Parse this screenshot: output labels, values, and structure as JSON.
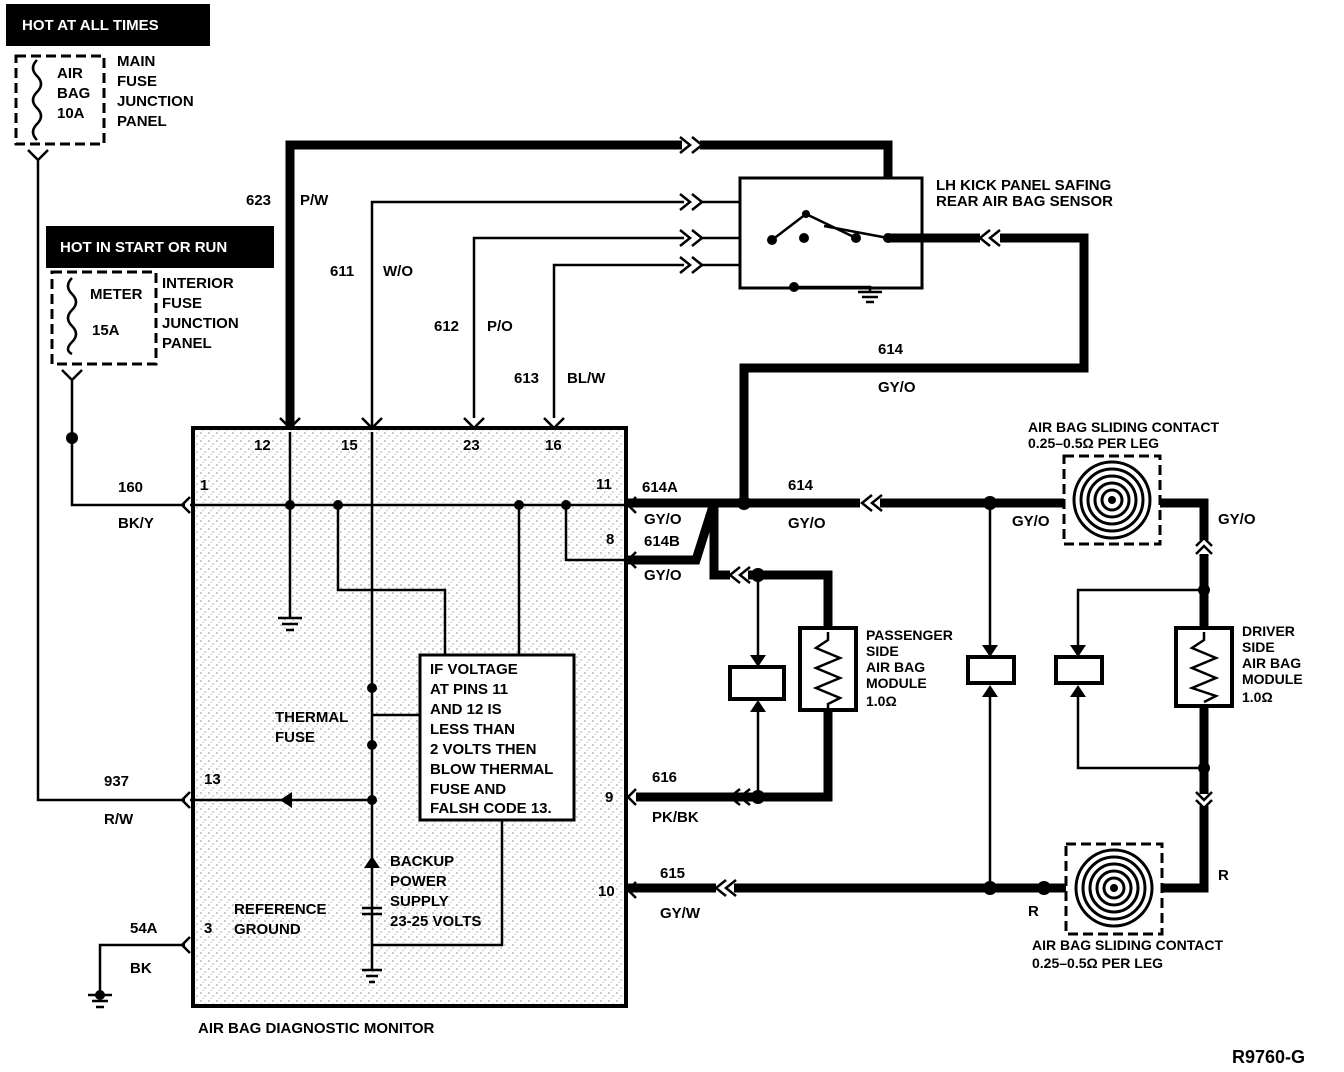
{
  "headers": {
    "hot_at_all_times": "HOT AT ALL TIMES",
    "hot_in_start_or_run": "HOT IN START OR RUN"
  },
  "fuses": {
    "main": {
      "l1": "AIR",
      "l2": "BAG",
      "l3": "10A"
    },
    "main_panel": {
      "l1": "MAIN",
      "l2": "FUSE",
      "l3": "JUNCTION",
      "l4": "PANEL"
    },
    "interior": {
      "l1": "METER",
      "l2": "15A"
    },
    "interior_panel": {
      "l1": "INTERIOR",
      "l2": "FUSE",
      "l3": "JUNCTION",
      "l4": "PANEL"
    }
  },
  "wires": {
    "w623": {
      "num": "623",
      "color": "P/W"
    },
    "w611": {
      "num": "611",
      "color": "W/O"
    },
    "w612": {
      "num": "612",
      "color": "P/O"
    },
    "w613": {
      "num": "613",
      "color": "BL/W"
    },
    "w614_top": {
      "num": "614",
      "color": "GY/O"
    },
    "w614_mid": {
      "num": "614",
      "color": "GY/O"
    },
    "w614A": {
      "num": "614A",
      "color": "GY/O"
    },
    "w614B": {
      "num": "614B",
      "color": "GY/O"
    },
    "w160": {
      "num": "160",
      "color": "BK/Y"
    },
    "w937": {
      "num": "937",
      "color": "R/W"
    },
    "w54A": {
      "num": "54A",
      "color": "BK"
    },
    "w616": {
      "num": "616",
      "color": "PK/BK"
    },
    "w615": {
      "num": "615",
      "color": "GY/W"
    },
    "gyo_mid": "GY/O",
    "gyo_right": "GY/O",
    "r_bottom": "R",
    "r_right": "R"
  },
  "pins": {
    "p12": "12",
    "p15": "15",
    "p23": "23",
    "p16": "16",
    "p1": "1",
    "p11": "11",
    "p8": "8",
    "p13": "13",
    "p9": "9",
    "p10": "10",
    "p3": "3"
  },
  "sensor": {
    "l1": "LH KICK PANEL SAFING",
    "l2": "REAR AIR BAG SENSOR"
  },
  "sliding_top": {
    "l1": "AIR BAG SLIDING CONTACT",
    "l2": "0.25–0.5Ω PER LEG"
  },
  "sliding_bottom": {
    "l1": "AIR BAG SLIDING CONTACT",
    "l2": "0.25–0.5Ω PER LEG"
  },
  "passenger": {
    "l1": "PASSENGER",
    "l2": "SIDE",
    "l3": "AIR BAG",
    "l4": "MODULE",
    "l5": "1.0Ω"
  },
  "driver": {
    "l1": "DRIVER",
    "l2": "SIDE",
    "l3": "AIR BAG",
    "l4": "MODULE",
    "l5": "1.0Ω"
  },
  "monitor": {
    "thermal1": "THERMAL",
    "thermal2": "FUSE",
    "note": [
      "IF VOLTAGE",
      "AT PINS 11",
      "AND 12 IS",
      "LESS THAN",
      "2 VOLTS THEN",
      "BLOW THERMAL",
      "FUSE AND",
      "FALSH CODE 13."
    ],
    "backup": [
      "BACKUP",
      "POWER",
      "SUPPLY",
      "23-25 VOLTS"
    ],
    "ref1": "REFERENCE",
    "ref2": "GROUND",
    "name": "AIR BAG DIAGNOSTIC MONITOR"
  },
  "figure_id": "R9760-G"
}
